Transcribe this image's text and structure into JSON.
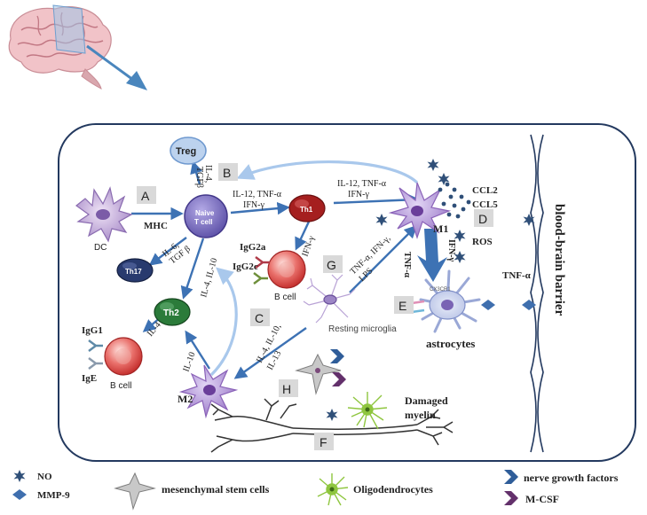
{
  "labels": {
    "A": "A",
    "B": "B",
    "C": "C",
    "D": "D",
    "E": "E",
    "F": "F",
    "G": "G",
    "H": "H"
  },
  "cells": {
    "treg": "Treg",
    "naive_line1": "Naive",
    "naive_line2": "T cell",
    "th1": "Th1",
    "th2": "Th2",
    "th17": "Th17",
    "dc": "DC",
    "b_cell_upper": "B cell",
    "b_cell_lower": "B cell",
    "m1": "M1",
    "m2": "M2",
    "resting_microglia": "Resting microglia",
    "astrocytes": "astrocytes",
    "cx3cr1": "CX3CR1"
  },
  "signals": {
    "il4_treg": "IL-4,",
    "tgfb_treg": "TGFβ",
    "mhc": "MHC",
    "il12_tnf": "IL-12, TNF-α",
    "ifng_naive": "IFN-γ",
    "il12_tnf_m1_line1": "IL-12, TNF-α",
    "il12_tnf_m1_line2": "IFN-γ",
    "il6_line1": "IL-6,",
    "il6_line2": "TGF β",
    "il4_il10": "IL-4, IL-10",
    "ifng_th1": "IFN-γ",
    "igg2a": "IgG2a",
    "igg2c": "IgG2c",
    "il4_th2": "IL-4",
    "il10_m2": "IL-10",
    "igg1": "IgG1",
    "ige": "IgE",
    "c_line1": "IL-4, IL-10,",
    "c_line2": "IL-13",
    "g_line1": "TNF-α, IFN-γ,",
    "g_line2": "LPS",
    "ccl2": "CCL2",
    "ccl5": "CCL5",
    "ros": "ROS",
    "ifng_m1": "IFN-γ",
    "tnfa_m1": "TNF-α",
    "tnfa_right": "TNF-α",
    "bbb": "blood-brain  barrier",
    "damaged_line1": "Damaged",
    "damaged_line2": "myelin"
  },
  "legend": {
    "no": "NO",
    "mmp9": "MMP-9",
    "msc": "mesenchymal stem cells",
    "oligo": "Oligodendrocytes",
    "ngf": "nerve growth factors",
    "mcsf": "M-CSF"
  },
  "colors": {
    "arrow_blue": "#3d72b4",
    "light_arrow": "#a9c8ec",
    "naive_purple": "#7c6fc2",
    "th1_red": "#a51f1f",
    "th2_green": "#2b7b3a",
    "th17_navy": "#283a6e",
    "treg_blue": "#bcd2ee",
    "bcell_red": "#d9413d",
    "microglia_purple": "#9877c4",
    "no_navy": "#2f4f78",
    "mmp9_blue": "#3f6fae",
    "ngf_blue": "#2f5d99",
    "mcsf_purple": "#63306b",
    "oligo_green": "#8fc63f"
  },
  "icons": {
    "brain": "brain-icon",
    "no": "star-icon",
    "mmp9": "diamond-icon",
    "msc": "four-point-star-icon",
    "oligo": "oligodendrocyte-icon",
    "ngf": "chevron-icon",
    "mcsf": "chevron-icon"
  }
}
